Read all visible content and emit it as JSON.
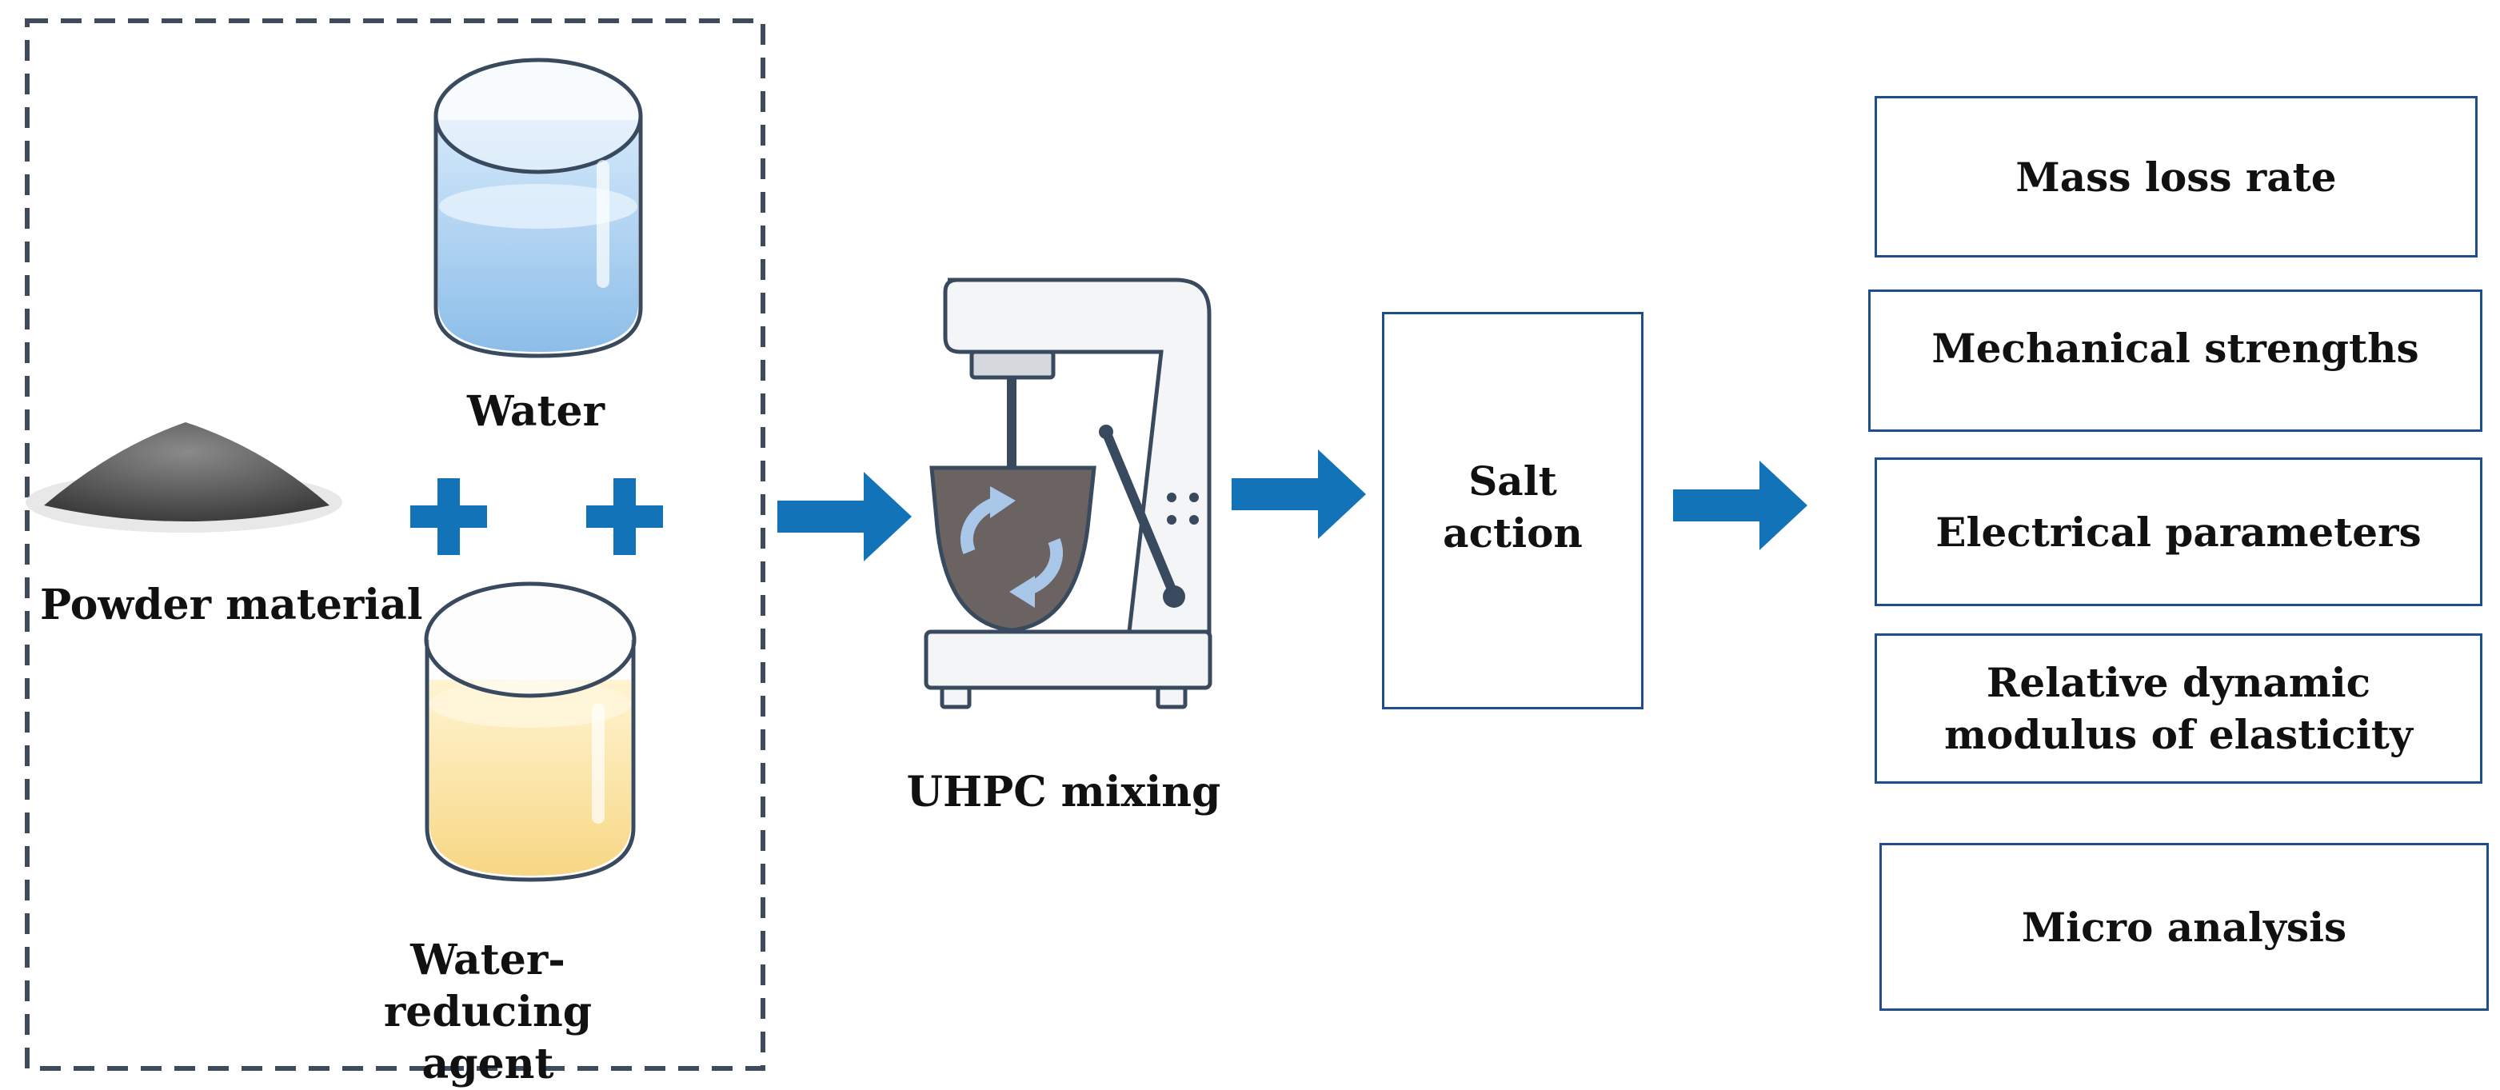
{
  "inputs": {
    "water_label": "Water",
    "powder_label": "Powder material",
    "reducer_label": "Water-reducing\nagent"
  },
  "process": {
    "mixing_label": "UHPC mixing",
    "salt_label": "Salt\naction"
  },
  "outputs": [
    "Mass loss rate",
    "Mechanical strengths",
    "Electrical parameters",
    "Relative dynamic\nmodulus of elasticity",
    "Micro analysis"
  ],
  "colors": {
    "arrow": "#1273b9",
    "box_border": "#1f4e8c",
    "dashed_border": "#3d4b5c",
    "water": "#9cc9ee",
    "reducer": "#fbe3a0",
    "mixer_bowl": "#6b6262"
  }
}
